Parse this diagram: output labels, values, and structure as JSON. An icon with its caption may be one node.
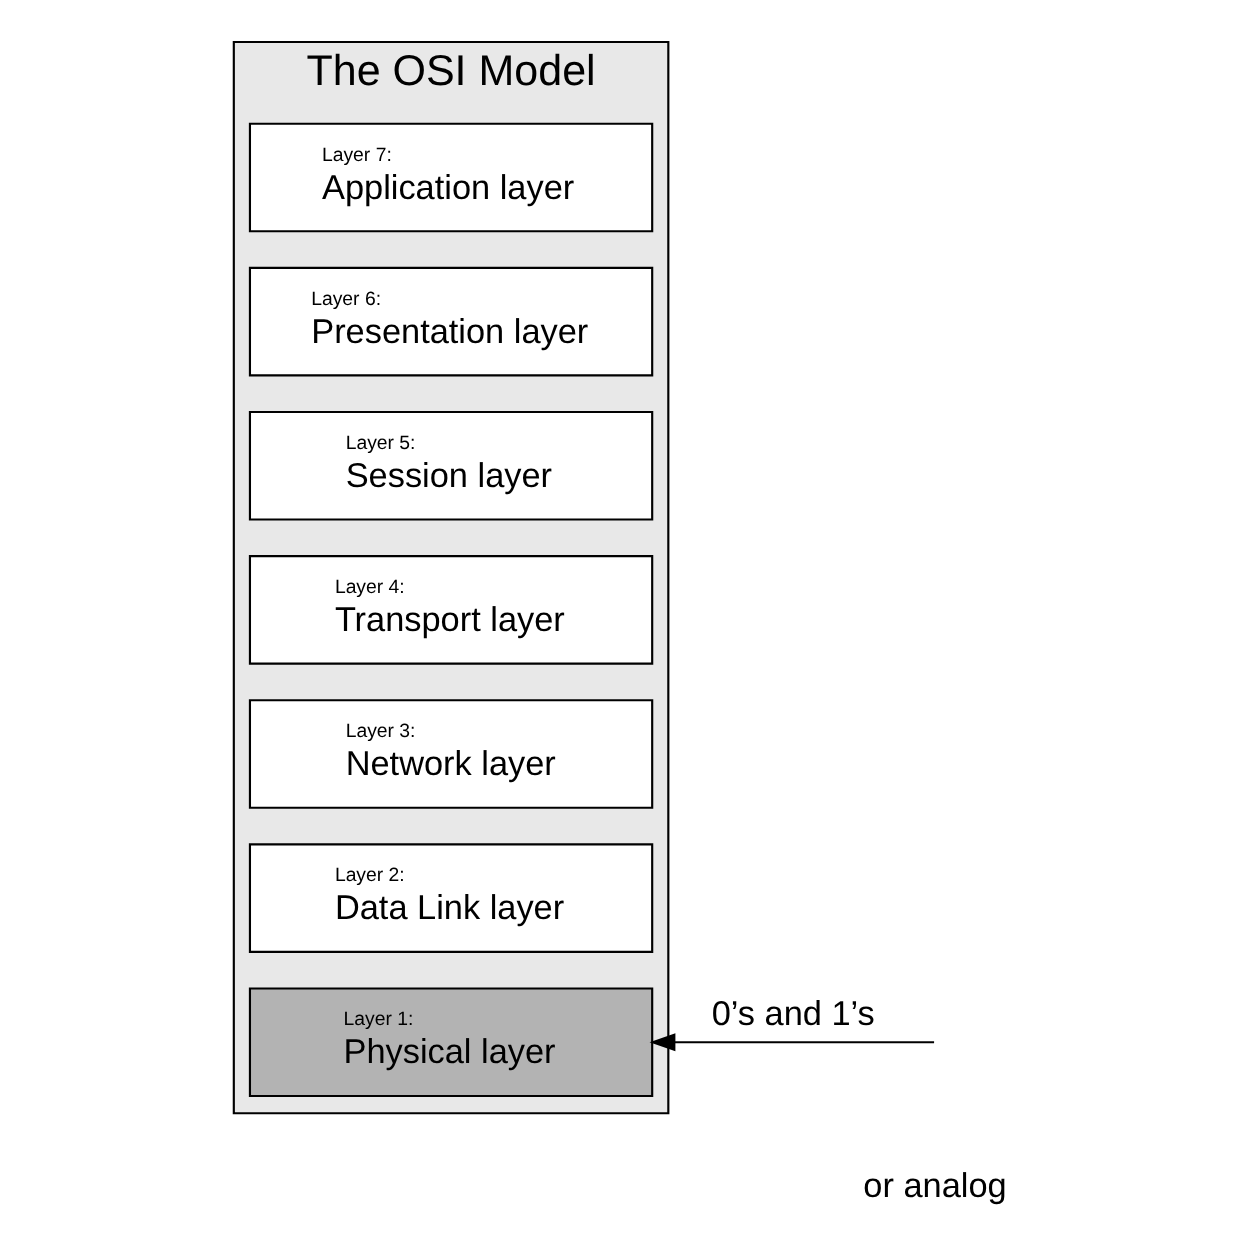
{
  "diagram": {
    "nodes": [
      {
        "text": [
          "The OSI Model"
        ]
      },
      {
        "text": [
          "Layer 7:",
          "Application layer"
        ],
        "in": 0
      },
      {
        "text": [
          "Layer 6:",
          "Presentation layer"
        ],
        "in": 0
      },
      {
        "text": [
          "Layer 5:",
          "Session layer"
        ],
        "in": 0
      },
      {
        "text": [
          "Layer 4:",
          "Transport layer"
        ],
        "in": 0
      },
      {
        "text": [
          "Layer 3:",
          "Network layer"
        ],
        "in": 0
      },
      {
        "text": [
          "Layer 2:",
          "Data Link layer"
        ],
        "in": 0
      },
      {
        "text": [
          "Layer 1:",
          "Physical layer"
        ],
        "in": 0
      }
    ],
    "edges": [
      {
        "from": null,
        "to": 7,
        "arrow": "to",
        "label": "0’s and 1’s"
      }
    ],
    "labels": [
      "or analog"
    ]
  }
}
